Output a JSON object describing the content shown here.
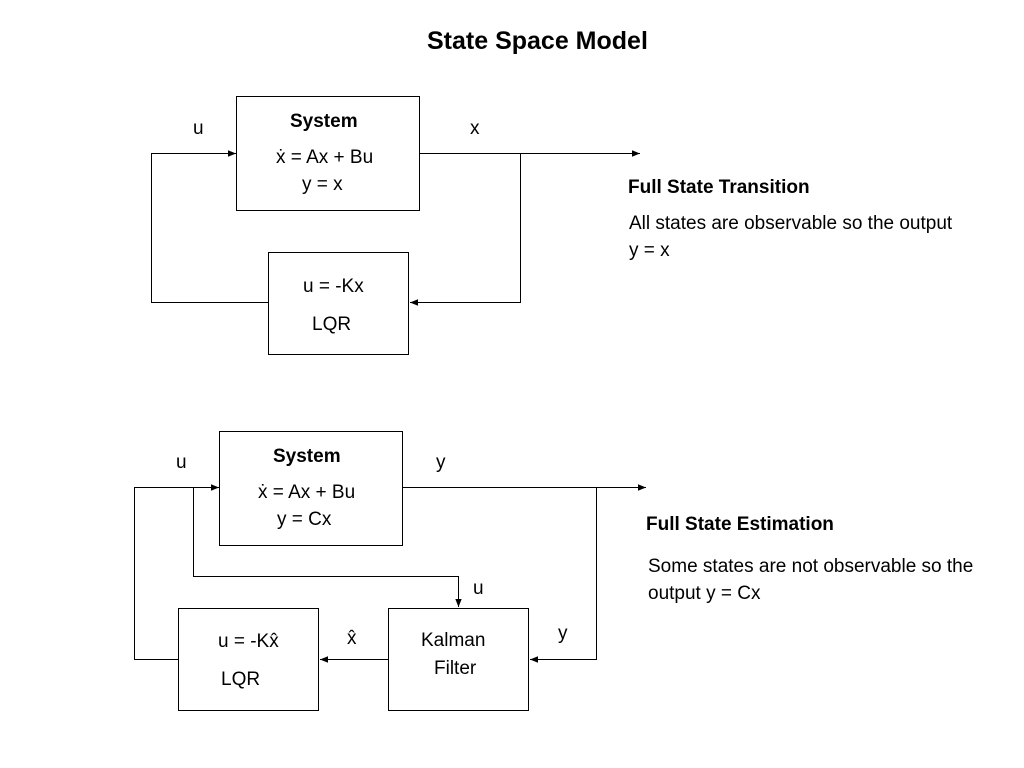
{
  "title": "State Space Model",
  "top": {
    "system_title": "System",
    "system_eq1": "ẋ = Ax + Bu",
    "system_eq2": "y = x",
    "input_label": "u",
    "output_label": "x",
    "controller_eq": "u = -Kx",
    "controller_name": "LQR",
    "heading": "Full State Transition",
    "description": "All states are observable so the output y = x"
  },
  "bottom": {
    "system_title": "System",
    "system_eq1": "ẋ = Ax + Bu",
    "system_eq2": "y = Cx",
    "input_label": "u",
    "output_label": "y",
    "kalman_input_u": "u",
    "kalman_input_y": "y",
    "kalman_name_line1": "Kalman",
    "kalman_name_line2": "Filter",
    "estimate_label": "x̂",
    "controller_eq": "u = -Kx̂",
    "controller_name": "LQR",
    "heading": "Full State Estimation",
    "description": "Some states are not observable so the output y = Cx"
  }
}
